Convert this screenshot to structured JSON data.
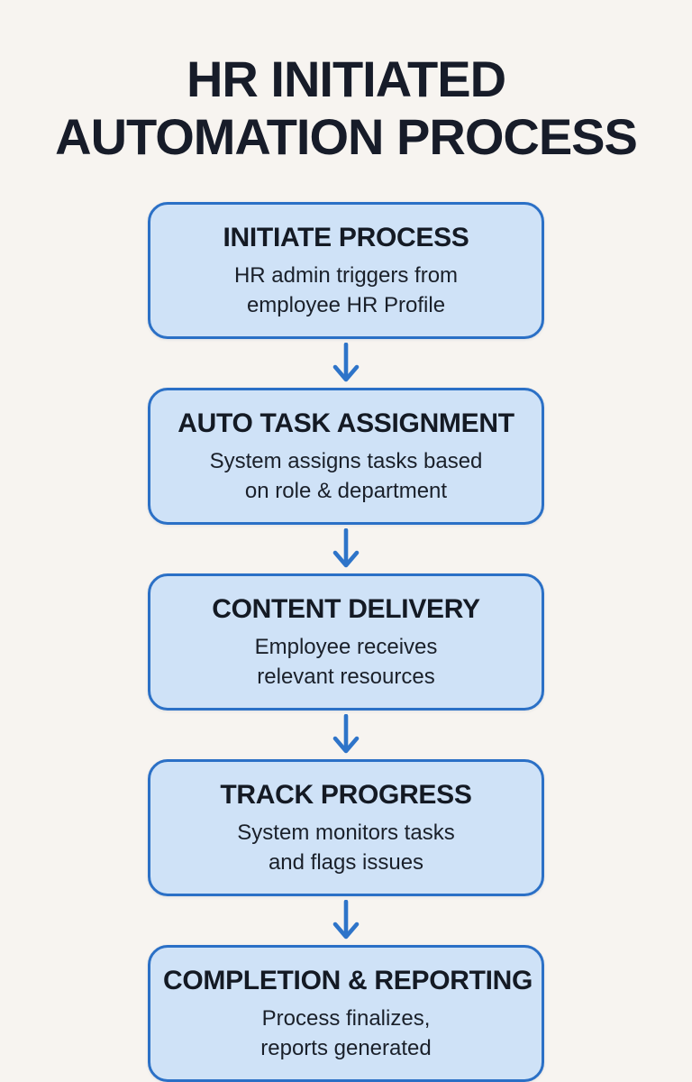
{
  "page": {
    "background_color": "#f7f4f0",
    "box_fill_color": "#cfe2f7",
    "box_border_color": "#2b70c6",
    "arrow_color": "#2e74c9",
    "title_color": "#171c29",
    "text_color": "#1a202a"
  },
  "title": "HR INITIATED\nAUTOMATION PROCESS",
  "flow": {
    "steps": [
      {
        "title": "INITIATE PROCESS",
        "description": "HR admin triggers from\nemployee HR Profile"
      },
      {
        "title": "AUTO TASK ASSIGNMENT",
        "description": "System assigns tasks based\non role & department"
      },
      {
        "title": "CONTENT DELIVERY",
        "description": "Employee receives\nrelevant resources"
      },
      {
        "title": "TRACK PROGRESS",
        "description": "System monitors tasks\nand flags issues"
      },
      {
        "title": "COMPLETION & REPORTING",
        "description": "Process finalizes,\nreports generated"
      }
    ]
  }
}
